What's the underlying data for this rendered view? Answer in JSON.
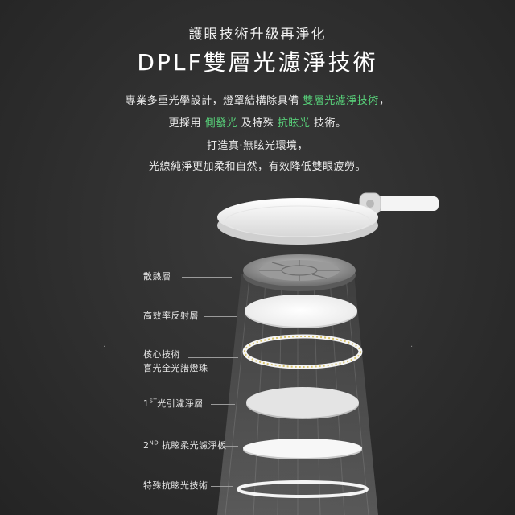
{
  "header": {
    "subtitle": "護眼技術升級再淨化",
    "title": "DPLF雙層光濾淨技術"
  },
  "description": {
    "line1_pre": "專業多重光學設計，燈罩結構除具備 ",
    "line1_hl": "雙層光濾淨技術",
    "line1_post": "，",
    "line2_pre": "更採用 ",
    "line2_hl1": "側發光",
    "line2_mid": " 及特殊 ",
    "line2_hl2": "抗眩光",
    "line2_post": " 技術。",
    "line3": "打造真‧無眩光環境，",
    "line4": "光線純淨更加柔和自然，有效降低雙眼疲勞。"
  },
  "layers": {
    "heat": "散熱層",
    "reflect": "高效率反射層",
    "core_1": "核心技術",
    "core_2": "喜光全光譜燈珠",
    "filter1_sup": "ST",
    "filter1_text": "光引濾淨層",
    "filter2_sup": "ND",
    "filter2_text": " 抗眩柔光濾淨板",
    "antiglare": "特殊抗眩光技術"
  },
  "colors": {
    "highlight": "#58d27a",
    "background": "#2e2e2e"
  }
}
